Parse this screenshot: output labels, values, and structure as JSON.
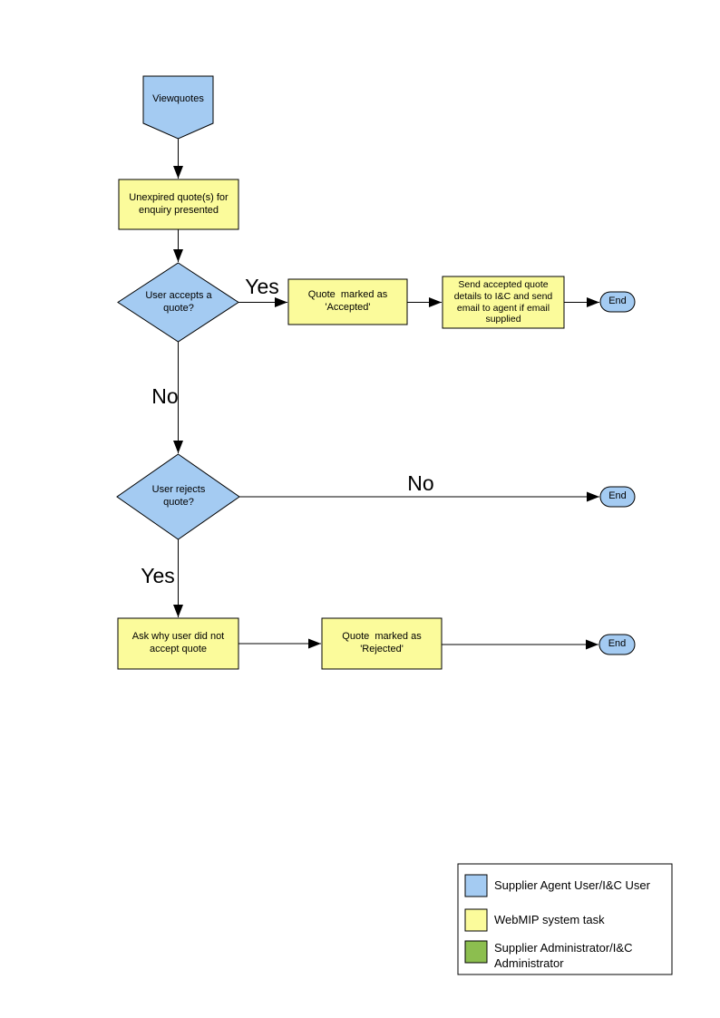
{
  "flow": {
    "nodes": {
      "start": {
        "label": "Viewquotes"
      },
      "present": {
        "label": "Unexpired quote(s) for enquiry presented"
      },
      "accept_q": {
        "label": "User accepts a quote?"
      },
      "accepted": {
        "label": "Quote  marked as 'Accepted'"
      },
      "send_details": {
        "label": "Send accepted quote details to I&C and send email to agent if email supplied"
      },
      "end_accept": {
        "label": "End"
      },
      "reject_q": {
        "label": "User rejects quote?"
      },
      "end_no_reject": {
        "label": "End"
      },
      "ask_why": {
        "label": "Ask why user did not accept quote"
      },
      "rejected": {
        "label": "Quote  marked as 'Rejected'"
      },
      "end_reject": {
        "label": "End"
      }
    },
    "edge_labels": {
      "accept_yes": "Yes",
      "accept_no": "No",
      "reject_no": "No",
      "reject_yes": "Yes"
    },
    "colors": {
      "actor_blue": "#A4CBF2",
      "task_yellow": "#FBFB9B",
      "admin_green": "#8CBE4F",
      "line": "#000000",
      "legend_bg": "#FFFFFF"
    },
    "legend": {
      "items": [
        {
          "swatch": "#A4CBF2",
          "label": "Supplier Agent User/I&C User"
        },
        {
          "swatch": "#FBFB9B",
          "label": "WebMIP system task"
        },
        {
          "swatch": "#8CBE4F",
          "label": "Supplier Administrator/I&C Administrator"
        }
      ]
    }
  }
}
